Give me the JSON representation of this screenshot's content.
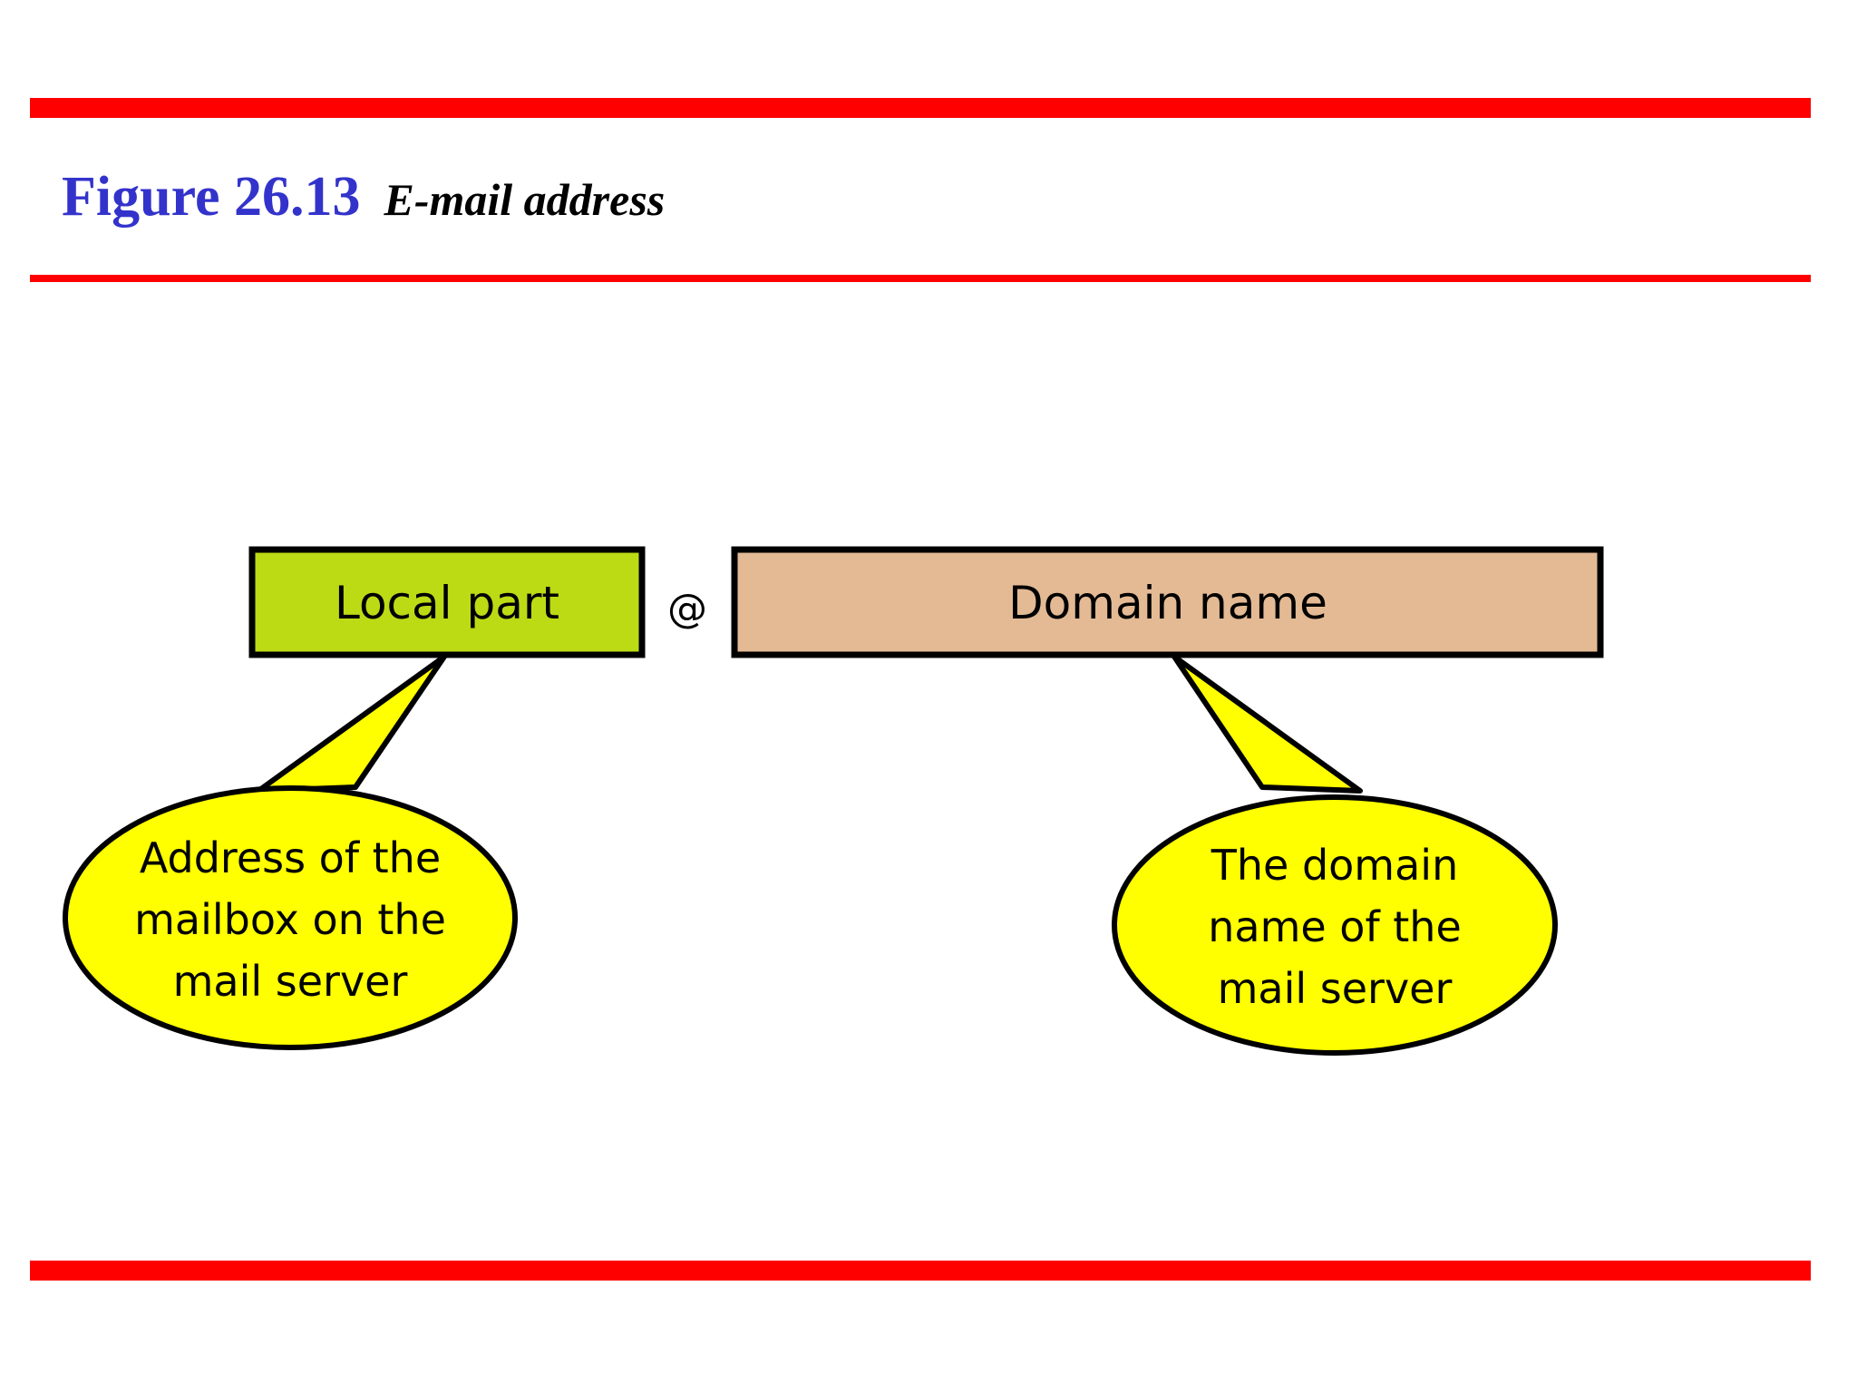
{
  "slide": {
    "background_color": "#ffffff",
    "rule_color": "#ff0000"
  },
  "title": {
    "figure_number": "Figure 26.13",
    "caption": "E-mail address",
    "number_color": "#3333cc",
    "caption_color": "#000000"
  },
  "diagram": {
    "separator": "@",
    "boxes": [
      {
        "id": "local-part",
        "label": "Local part",
        "fill": "#bcdb14",
        "stroke": "#000000"
      },
      {
        "id": "domain-name",
        "label": "Domain name",
        "fill": "#e3ba94",
        "stroke": "#000000"
      }
    ],
    "callouts": [
      {
        "id": "local-part-callout",
        "fill": "#ffff00",
        "stroke": "#000000",
        "lines": [
          "Address of the",
          "mailbox on the",
          "mail server"
        ]
      },
      {
        "id": "domain-name-callout",
        "fill": "#ffff00",
        "stroke": "#000000",
        "lines": [
          "The domain",
          "name of the",
          "mail server"
        ]
      }
    ]
  }
}
